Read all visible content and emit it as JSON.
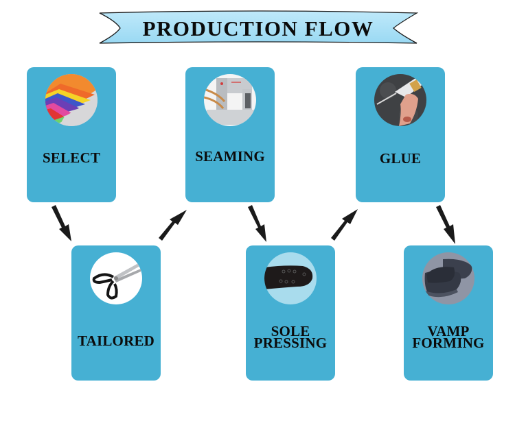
{
  "title": "PRODUCTION FLOW",
  "colors": {
    "card": "#46b0d3",
    "banner": "#a9e1f7",
    "arrow": "#1a1a1a",
    "text": "#0b0b0b"
  },
  "steps": [
    {
      "order": 1,
      "label": "SELECT",
      "lines": [
        "SELECT"
      ],
      "icon": "color-foam-sheets-icon",
      "row": "top"
    },
    {
      "order": 2,
      "label": "TAILORED",
      "lines": [
        "TAILORED"
      ],
      "icon": "scissors-icon",
      "row": "bottom"
    },
    {
      "order": 3,
      "label": "SEAMING",
      "lines": [
        "SEAMING"
      ],
      "icon": "sewing-machine-icon",
      "row": "top"
    },
    {
      "order": 4,
      "label": "SOLE PRESSING",
      "lines": [
        "SOLE",
        "PRESSING"
      ],
      "icon": "shoe-sole-icon",
      "row": "bottom"
    },
    {
      "order": 5,
      "label": "GLUE",
      "lines": [
        "GLUE"
      ],
      "icon": "glue-bottle-icon",
      "row": "top"
    },
    {
      "order": 6,
      "label": "VAMP FORMING",
      "lines": [
        "VAMP",
        "FORMING"
      ],
      "icon": "slipper-icon",
      "row": "bottom"
    }
  ],
  "arrows": [
    {
      "from": "SELECT",
      "to": "TAILORED",
      "direction": "down-right"
    },
    {
      "from": "TAILORED",
      "to": "SEAMING",
      "direction": "up-right"
    },
    {
      "from": "SEAMING",
      "to": "SOLE PRESSING",
      "direction": "down-right"
    },
    {
      "from": "SOLE PRESSING",
      "to": "GLUE",
      "direction": "up-right"
    },
    {
      "from": "GLUE",
      "to": "VAMP FORMING",
      "direction": "down-right"
    }
  ]
}
